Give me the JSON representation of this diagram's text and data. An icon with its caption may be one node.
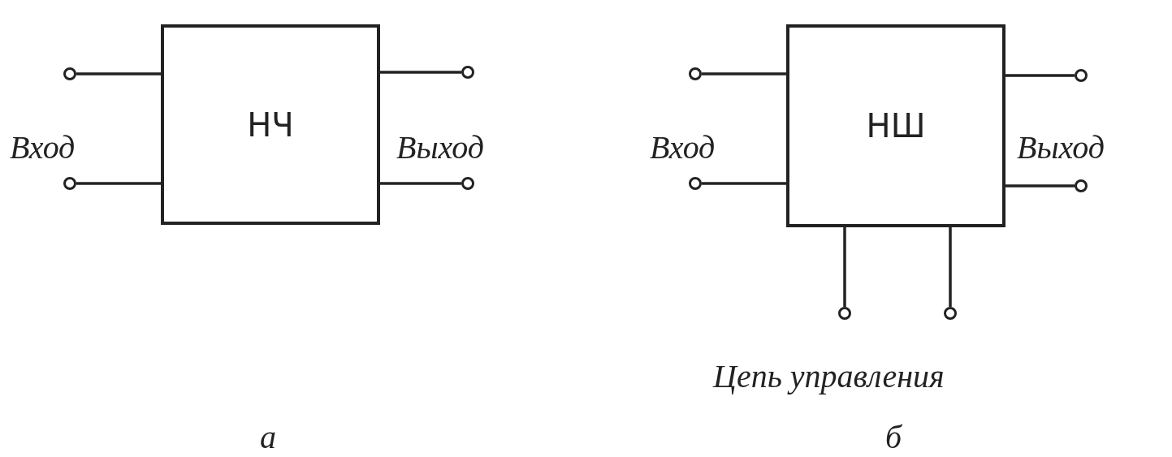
{
  "diagram": {
    "nodes": [
      {
        "text": [
          "НЧ"
        ]
      },
      {
        "text": [],
        "shape": "circle"
      },
      {
        "text": [],
        "shape": "circle"
      },
      {
        "text": [],
        "shape": "circle"
      },
      {
        "text": [],
        "shape": "circle"
      },
      {
        "text": [
          "НШ"
        ]
      },
      {
        "text": [],
        "shape": "circle"
      },
      {
        "text": [],
        "shape": "circle"
      },
      {
        "text": [],
        "shape": "circle"
      },
      {
        "text": [],
        "shape": "circle"
      },
      {
        "text": [],
        "shape": "circle"
      },
      {
        "text": [],
        "shape": "circle"
      }
    ],
    "edges": [
      {
        "from": 1,
        "to": 0,
        "arrow": "none"
      },
      {
        "from": 2,
        "to": 0,
        "arrow": "none"
      },
      {
        "from": 0,
        "to": 3,
        "arrow": "none"
      },
      {
        "from": 0,
        "to": 4,
        "arrow": "none"
      },
      {
        "from": 6,
        "to": 5,
        "arrow": "none"
      },
      {
        "from": 7,
        "to": 5,
        "arrow": "none"
      },
      {
        "from": 5,
        "to": 8,
        "arrow": "none"
      },
      {
        "from": 5,
        "to": 9,
        "arrow": "none"
      },
      {
        "from": 5,
        "to": 10,
        "arrow": "none"
      },
      {
        "from": 5,
        "to": 11,
        "arrow": "none"
      }
    ],
    "labels": [
      "Вход",
      "Выход",
      "Вход",
      "Выход",
      "Цепь управления",
      "а",
      "б"
    ]
  }
}
